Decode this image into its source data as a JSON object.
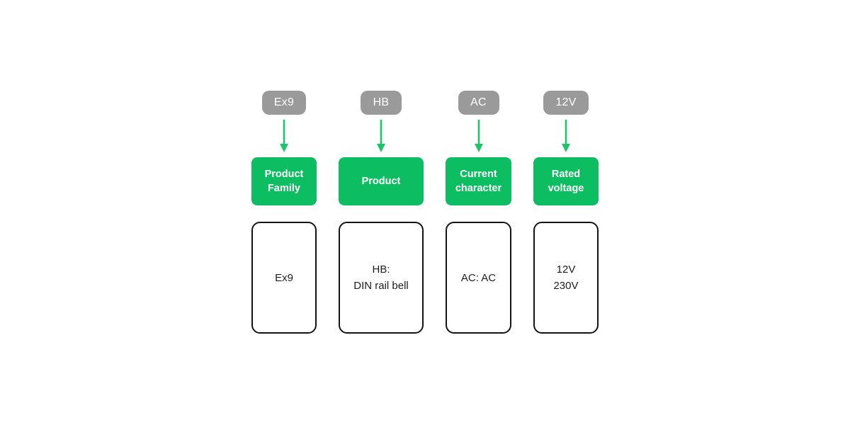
{
  "diagram": {
    "title": "",
    "columns": [
      {
        "code": "Ex9",
        "category": "Product\nFamily",
        "description": "Ex9"
      },
      {
        "code": "HB",
        "category": "Product",
        "description": "HB:\nDIN rail bell"
      },
      {
        "code": "AC",
        "category": "Current\ncharacter",
        "description": "AC: AC"
      },
      {
        "code": "12V",
        "category": "Rated\nvoltage",
        "description": "12V\n230V"
      }
    ],
    "colors": {
      "green": "#0dbd62",
      "arrow_green": "#1cc56a",
      "badge_gray": "#9a9a9a",
      "box_border": "#141414",
      "text_dark": "#1d1d1d"
    }
  }
}
